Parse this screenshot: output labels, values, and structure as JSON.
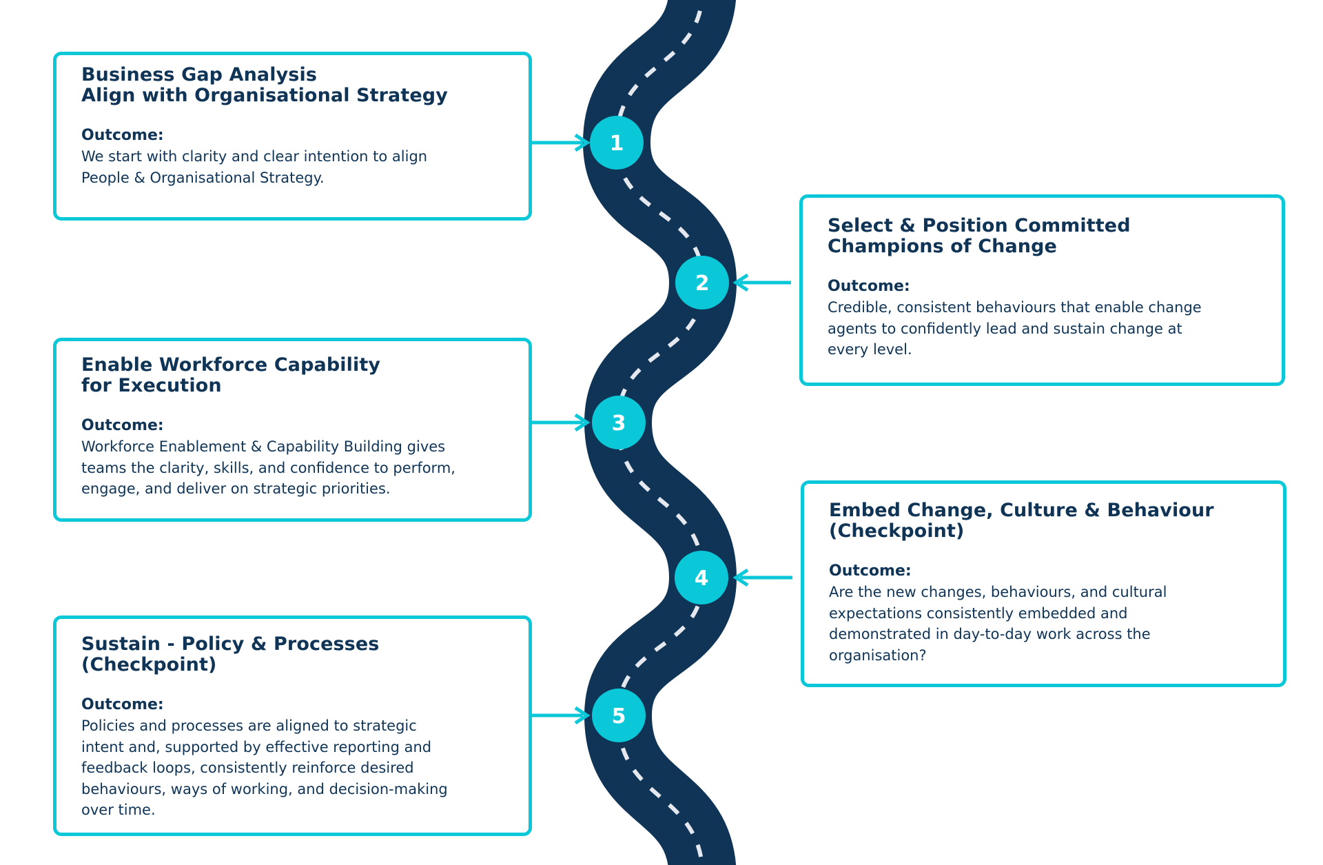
{
  "diagram": {
    "title": "",
    "colors": {
      "road": "#0f3456",
      "road_dash": "#e6e8ef",
      "accent": "#0bc8d8",
      "text": "#0f3456",
      "background": "#ffffff"
    },
    "outcome_label": "Outcome:",
    "steps": [
      {
        "number": "1",
        "side": "left",
        "title_lines": [
          "Business Gap Analysis",
          "Align with Organisational Strategy"
        ],
        "outcome_label": "Outcome:",
        "outcome_lines": [
          "We start with clarity and clear intention to align",
          "People & Organisational Strategy."
        ]
      },
      {
        "number": "2",
        "side": "right",
        "title_lines": [
          "Select & Position Committed",
          "Champions of Change"
        ],
        "outcome_label": "Outcome:",
        "outcome_lines": [
          "Credible, consistent behaviours that enable change",
          "agents to confidently lead and sustain change at",
          "every level."
        ]
      },
      {
        "number": "3",
        "side": "left",
        "title_lines": [
          "Enable Workforce Capability",
          "for Execution"
        ],
        "outcome_label": "Outcome:",
        "outcome_lines": [
          "Workforce Enablement & Capability Building gives",
          "teams the clarity, skills, and confidence to perform,",
          "engage, and deliver on strategic priorities."
        ]
      },
      {
        "number": "4",
        "side": "right",
        "title_lines": [
          "Embed Change, Culture & Behaviour",
          "(Checkpoint)"
        ],
        "outcome_label": "Outcome:",
        "outcome_lines": [
          "Are the new changes, behaviours, and cultural",
          "expectations consistently embedded and",
          "demonstrated in day-to-day work across the",
          "organisation?"
        ]
      },
      {
        "number": "5",
        "side": "left",
        "title_lines": [
          "Sustain - Policy & Processes",
          "(Checkpoint)"
        ],
        "outcome_label": "Outcome:",
        "outcome_lines": [
          "Policies and processes are aligned to strategic",
          "intent and, supported by effective reporting and",
          "feedback loops, consistently reinforce desired",
          "behaviours, ways of working, and decision-making",
          "over time."
        ]
      }
    ]
  }
}
